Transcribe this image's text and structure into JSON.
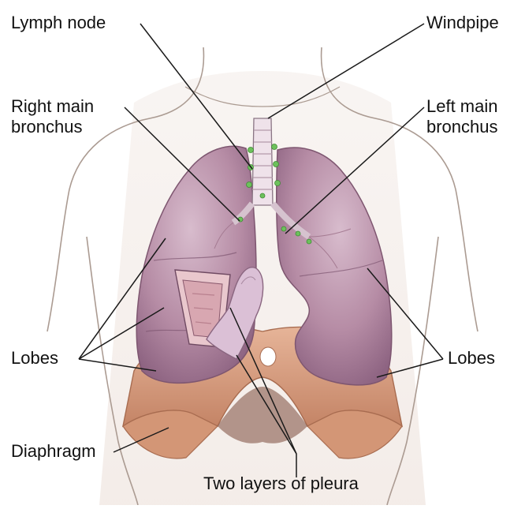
{
  "labels": {
    "lymph_node": "Lymph node",
    "windpipe": "Windpipe",
    "right_main_bronchus_line1": "Right main",
    "right_main_bronchus_line2": "bronchus",
    "left_main_bronchus_line1": "Left main",
    "left_main_bronchus_line2": "bronchus",
    "lobes_left_side": "Lobes",
    "lobes_right_side": "Lobes",
    "diaphragm": "Diaphragm",
    "pleura": "Two layers of pleura"
  },
  "colors": {
    "lung_fill": "#b88ea6",
    "lung_shade": "#9c7090",
    "lung_highlight": "#d9bfcf",
    "diaphragm_fill": "#d9a082",
    "diaphragm_shade": "#b97a5c",
    "trachea": "#e9d9e2",
    "lymph_node": "#6bbf5a",
    "body_outline": "#a89890",
    "leader_line": "#1a1a1a"
  }
}
